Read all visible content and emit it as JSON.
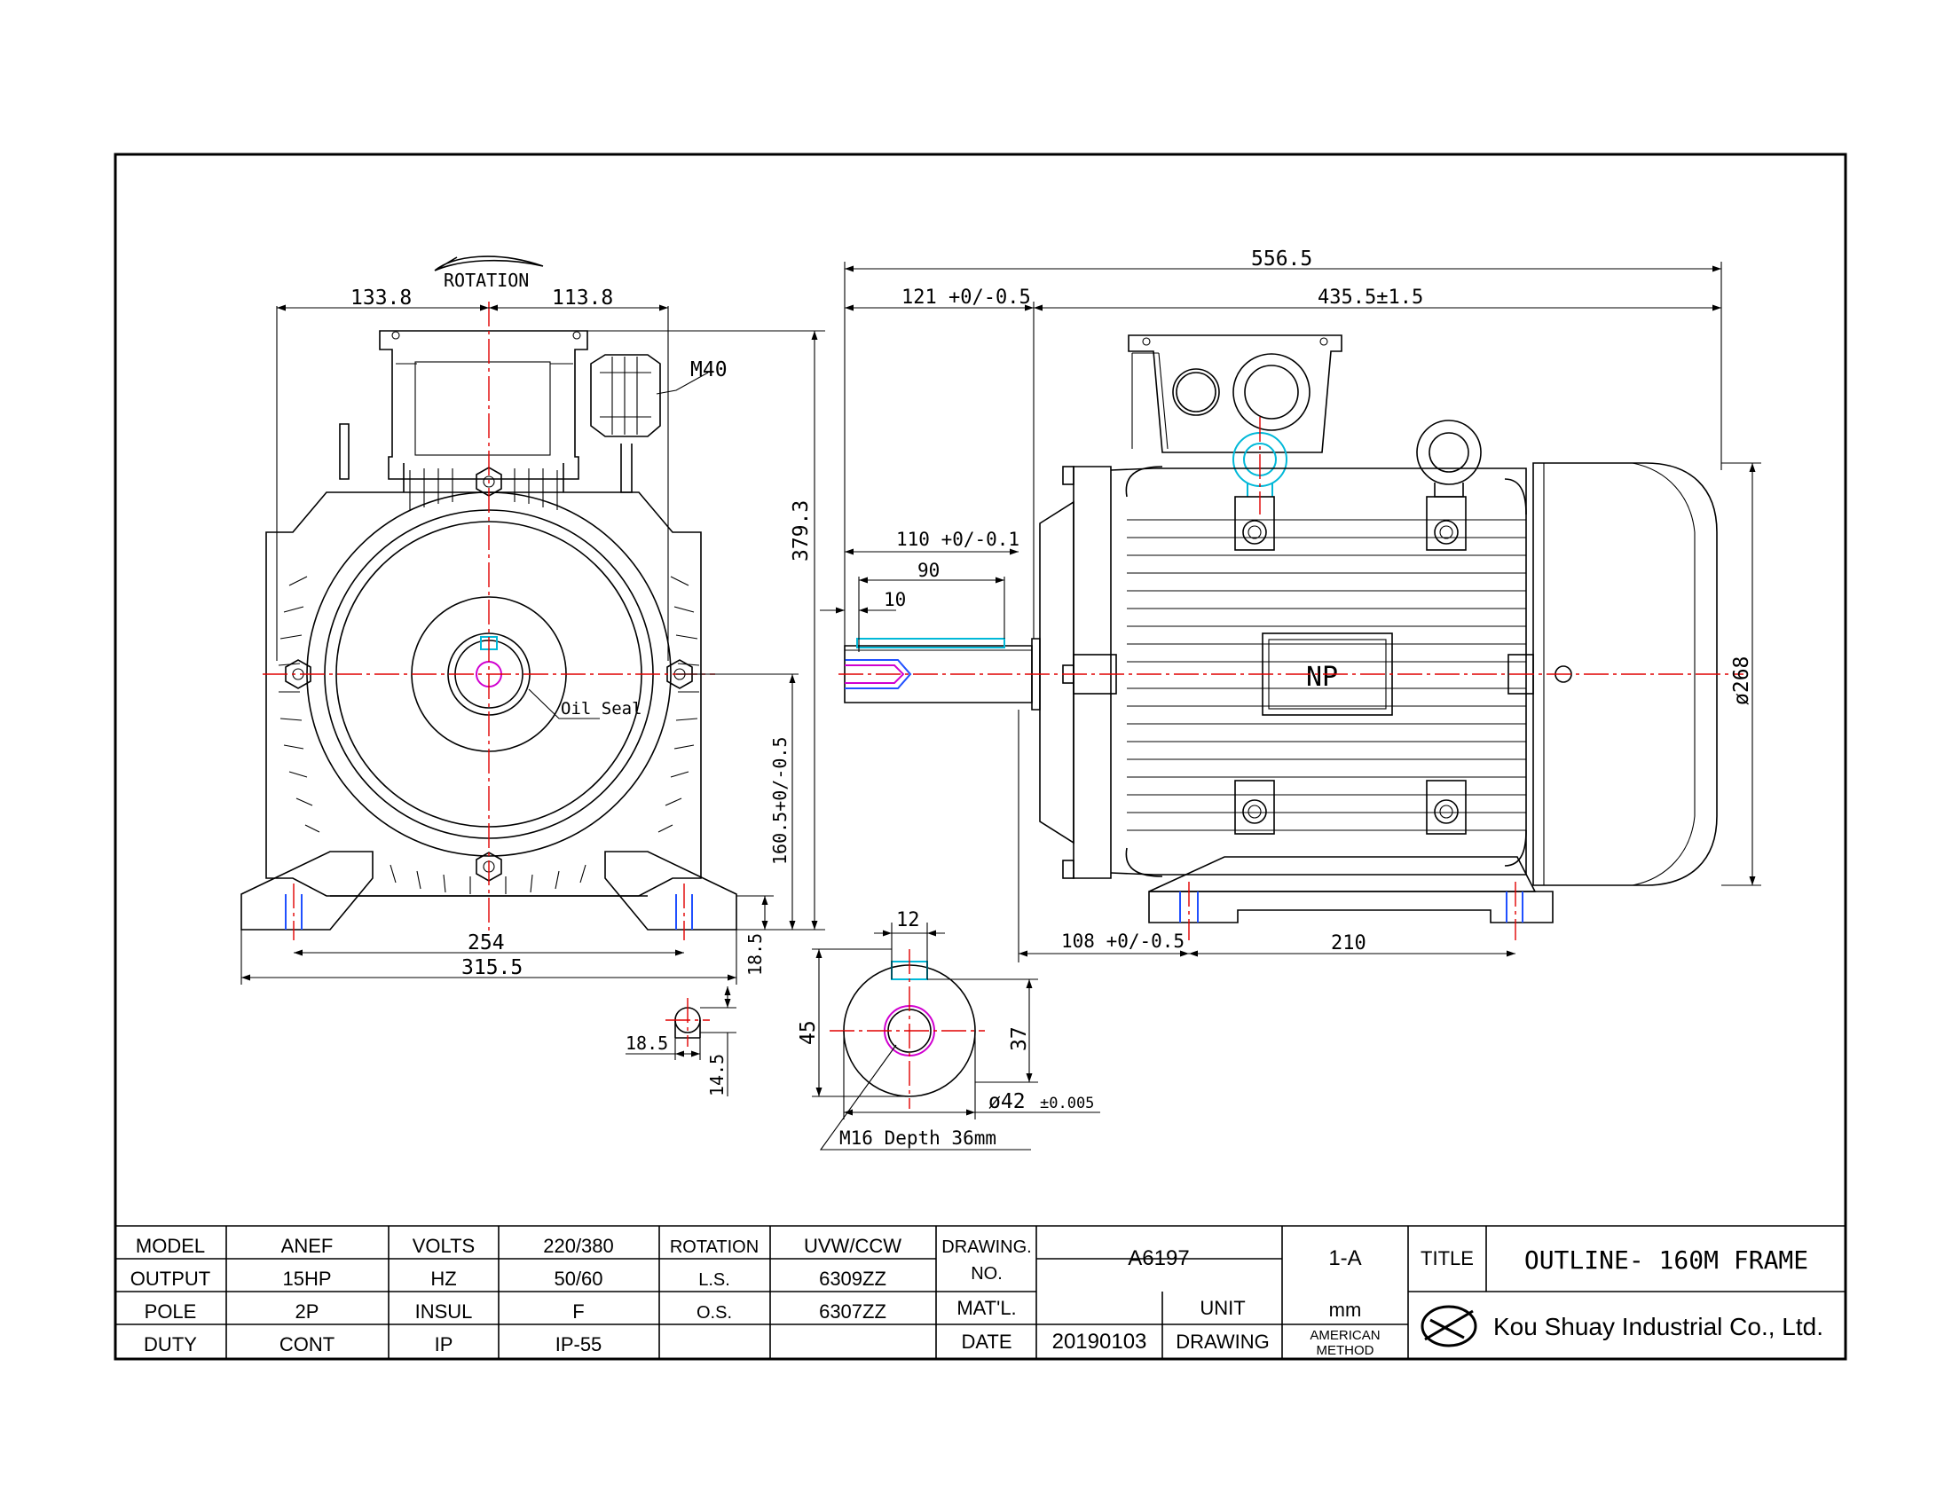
{
  "rotation_label": "ROTATION",
  "front_view": {
    "dim_left": "133.8",
    "dim_right": "113.8",
    "dim_height": "379.3",
    "dim_shaft_height": "160.5+0/-0.5",
    "dim_foot_thickness": "18.5",
    "dim_hole_spacing": "254",
    "dim_base_width": "315.5",
    "cable_gland": "M40",
    "oil_seal": "Oil Seal"
  },
  "side_view": {
    "dim_total": "556.5",
    "dim_shaft_ext": "121 +0/-0.5",
    "dim_body": "435.5±1.5",
    "dim_shaft_len": "110 +0/-0.1",
    "dim_key_len": "90",
    "dim_key_offset": "10",
    "nameplate": "NP",
    "dim_diameter": "ø268",
    "dim_foot_offset": "108 +0/-0.5",
    "dim_foot_spacing": "210"
  },
  "foot_hole": {
    "dim_width": "18.5",
    "dim_height": "14.5"
  },
  "shaft_section": {
    "dim_key_width": "12",
    "dim_height": "45",
    "dim_key_depth": "37",
    "dim_diameter": "ø42",
    "dim_tolerance": "±0.005",
    "thread_note": "M16 Depth 36mm"
  },
  "title_block": {
    "rows": [
      [
        "MODEL",
        "ANEF",
        "VOLTS",
        "220/380",
        "ROTATION",
        "UVW/CCW"
      ],
      [
        "OUTPUT",
        "15HP",
        "HZ",
        "50/60",
        "L.S.",
        "6309ZZ"
      ],
      [
        "POLE",
        "2P",
        "INSUL",
        "F",
        "O.S.",
        "6307ZZ"
      ],
      [
        "DUTY",
        "CONT",
        "IP",
        "IP-55",
        "",
        ""
      ]
    ],
    "drawing_no_label_1": "DRAWING.",
    "drawing_no_label_2": "NO.",
    "drawing_no": "A6197",
    "revision": "1-A",
    "title_label": "TITLE",
    "title": "OUTLINE- 160M FRAME",
    "matl_label": "MAT'L.",
    "unit_label": "UNIT",
    "unit": "mm",
    "date_label": "DATE",
    "date": "20190103",
    "drawing_label": "DRAWING",
    "method_1": "AMERICAN",
    "method_2": "METHOD",
    "company": "Kou Shuay Industrial Co., Ltd."
  }
}
